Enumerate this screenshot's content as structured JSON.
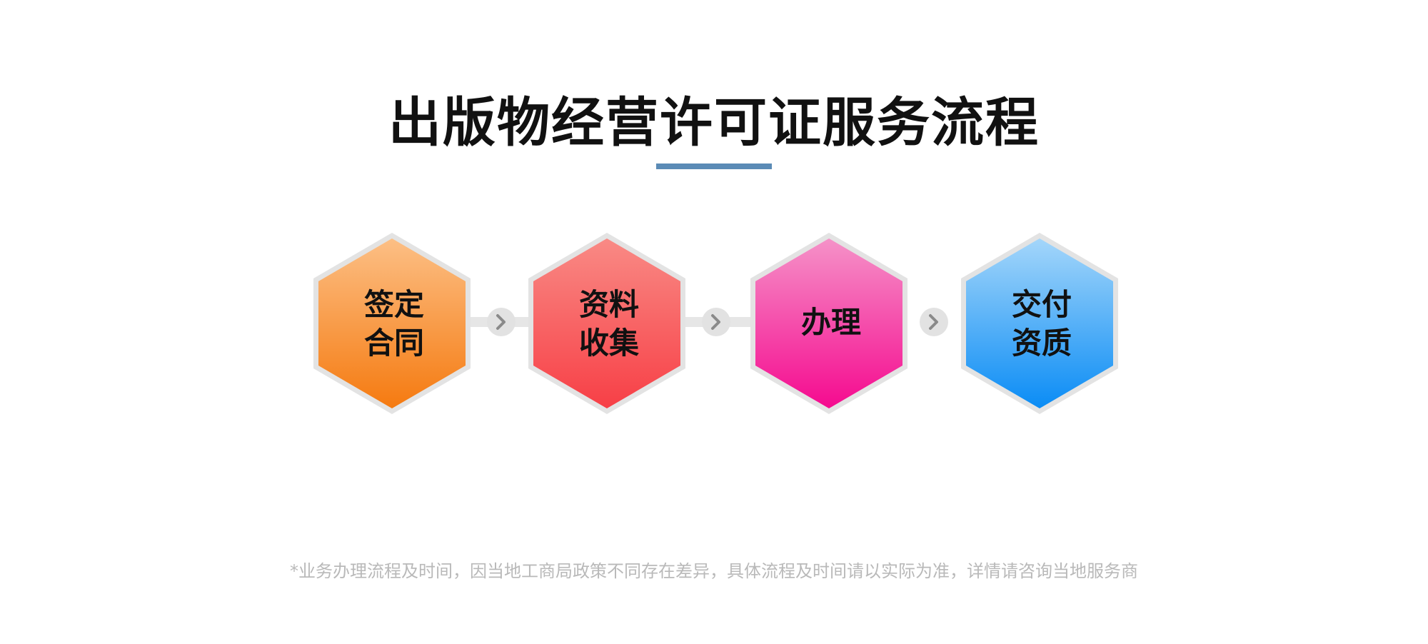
{
  "title": "出版物经营许可证服务流程",
  "steps": [
    {
      "line1": "签定",
      "line2": "合同",
      "top_color": "#fcbf85",
      "bottom_color": "#f57a10"
    },
    {
      "line1": "资料",
      "line2": "收集",
      "top_color": "#f98a85",
      "bottom_color": "#f73f46"
    },
    {
      "line1": "办理",
      "line2": "",
      "top_color": "#f592c8",
      "bottom_color": "#f50a8f"
    },
    {
      "line1": "交付",
      "line2": "资质",
      "top_color": "#a4d6fa",
      "bottom_color": "#0a8cf5"
    }
  ],
  "connector_icon": "chevron-right-icon",
  "colors": {
    "title_underline": "#5b8bb6",
    "hex_border": "#e3e3e3",
    "connector": "#e6e6e6",
    "note_text": "#b9b9b9"
  },
  "note": "*业务办理流程及时间，因当地工商局政策不同存在差异，具体流程及时间请以实际为准，详情请咨询当地服务商"
}
